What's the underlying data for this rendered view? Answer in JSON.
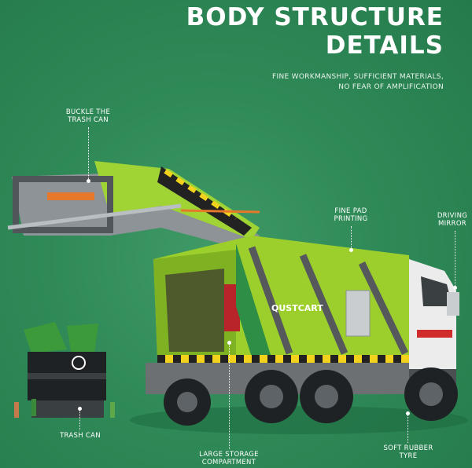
{
  "header": {
    "title_line1": "BODY STRUCTURE",
    "title_line2": "DETAILS",
    "subtitle_line1": "FINE WORKMANSHIP, SUFFICIENT MATERIALS,",
    "subtitle_line2": "NO FEAR OF AMPLIFICATION"
  },
  "callouts": {
    "buckle_line1": "BUCKLE THE",
    "buckle_line2": "TRASH CAN",
    "fine_pad_line1": "FINE PAD",
    "fine_pad_line2": "PRINTING",
    "mirror_line1": "DRIVING",
    "mirror_line2": "MIRROR",
    "trash_can": "TRASH CAN",
    "storage_line1": "LARGE STORAGE",
    "storage_line2": "COMPARTMENT",
    "tyre_line1": "SOFT RUBBER",
    "tyre_line2": "TYRE"
  },
  "truck": {
    "side_print": "QUSTCART",
    "body_color": "#9ccf2c",
    "frame_color": "#6c7072",
    "stripe_color": "#f2d21c"
  }
}
